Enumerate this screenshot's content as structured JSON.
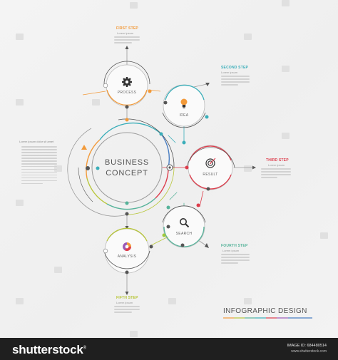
{
  "colors": {
    "orange": "#f29a3a",
    "teal": "#3aaeb9",
    "red": "#dd3c4b",
    "green": "#56b39a",
    "yellow_green": "#b8c63a",
    "lime": "#9fc93b",
    "blue": "#4a7ec2",
    "gray_ring": "#9a9a9a",
    "dark_ring": "#5a5a5a",
    "text_gray": "#666666"
  },
  "concept": {
    "line1": "BUSINESS",
    "line2": "CONCEPT"
  },
  "nodes": {
    "process": {
      "label": "PROCESS",
      "icon": "gear-icon"
    },
    "idea": {
      "label": "IDEA",
      "icon": "lightbulb-icon"
    },
    "result": {
      "label": "RESULT",
      "icon": "target-icon"
    },
    "search": {
      "label": "SEARCH",
      "icon": "magnifier-icon"
    },
    "analysis": {
      "label": "ANALYSIS",
      "icon": "pie-chart-icon"
    }
  },
  "steps": {
    "first": {
      "title": "FIRST STEP",
      "sub": "Lorem ipsum"
    },
    "second": {
      "title": "SECOND STEP",
      "sub": "Lorem ipsum"
    },
    "third": {
      "title": "THIRD STEP",
      "sub": "Lorem ipsum"
    },
    "fourth": {
      "title": "FOURTH STEP",
      "sub": "Lorem ipsum"
    },
    "fifth": {
      "title": "FIFTH STEP",
      "sub": "Lorem ipsum"
    }
  },
  "left_text": {
    "heading": "Lorem ipsum dolor sit amet"
  },
  "infographic_title": "INFOGRAPHIC DESIGN",
  "footer": {
    "brand": "shutterstock",
    "brand_mark": "®",
    "image_id": "IMAGE ID: 684480514",
    "site": "www.shutterstock.com"
  }
}
